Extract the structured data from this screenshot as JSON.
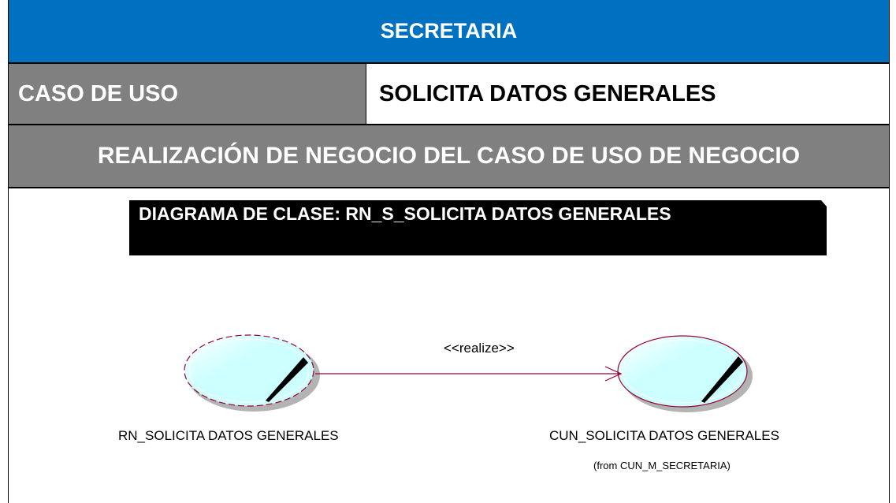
{
  "header": {
    "title": "SECRETARIA"
  },
  "use_case": {
    "label": "CASO DE USO",
    "value": "SOLICITA DATOS GENERALES"
  },
  "section": {
    "title": "REALIZACIÓN DE NEGOCIO DEL CASO DE USO DE NEGOCIO"
  },
  "diagram": {
    "banner": "DIAGRAMA DE CLASE: RN_S_SOLICITA DATOS GENERALES",
    "relation_label": "<<realize>>",
    "source": {
      "name": "RN_SOLICITA DATOS GENERALES"
    },
    "target": {
      "name": "CUN_SOLICITA DATOS GENERALES",
      "origin": "(from CUN_M_SECRETARIA)"
    },
    "colors": {
      "ellipse_fill": "#ccffff",
      "line": "#990033",
      "header_blue": "#0070c0",
      "gray": "#808080"
    }
  }
}
